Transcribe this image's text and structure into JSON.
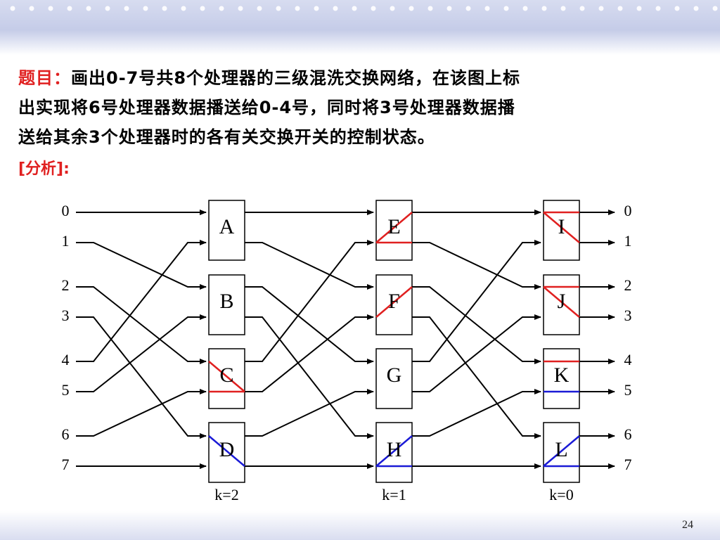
{
  "problem": {
    "label": "题目：",
    "line1": "画出0-7号共8个处理器的三级混洗交换网络，在该图上标",
    "line2": "出实现将6号处理器数据播送给0-4号，同时将3号处理器数据播",
    "line3": "送给其余3个处理器时的各有关交换开关的控制状态。"
  },
  "analysis_label": "[分析]:",
  "page_number": "24",
  "colors": {
    "red": "#e02020",
    "blue": "#1a1ad6",
    "black": "#000000"
  },
  "diagram": {
    "input_labels": [
      "0",
      "1",
      "2",
      "3",
      "4",
      "5",
      "6",
      "7"
    ],
    "output_labels": [
      "0",
      "1",
      "2",
      "3",
      "4",
      "5",
      "6",
      "7"
    ],
    "stages": [
      {
        "label": "k=2",
        "switches": [
          "A",
          "B",
          "C",
          "D"
        ]
      },
      {
        "label": "k=1",
        "switches": [
          "E",
          "F",
          "G",
          "H"
        ]
      },
      {
        "label": "k=0",
        "switches": [
          "I",
          "J",
          "K",
          "L"
        ]
      }
    ],
    "switch_states": {
      "C": {
        "color": "red",
        "lines": [
          "0-1",
          "1-1"
        ]
      },
      "D": {
        "color": "blue",
        "lines": [
          "0-1"
        ]
      },
      "E": {
        "color": "red",
        "lines": [
          "1-0",
          "1-1"
        ]
      },
      "F": {
        "color": "red",
        "lines": [
          "1-0"
        ]
      },
      "H": {
        "color": "blue",
        "lines": [
          "1-0",
          "1-1"
        ]
      },
      "I": {
        "color": "red",
        "lines": [
          "0-0",
          "0-1"
        ]
      },
      "J": {
        "color": "red",
        "lines": [
          "0-0",
          "0-1"
        ]
      },
      "K": {
        "red": [
          "0-0"
        ],
        "blue": [
          "1-1"
        ]
      },
      "L": {
        "color": "blue",
        "lines": [
          "1-0",
          "1-1"
        ]
      }
    }
  }
}
